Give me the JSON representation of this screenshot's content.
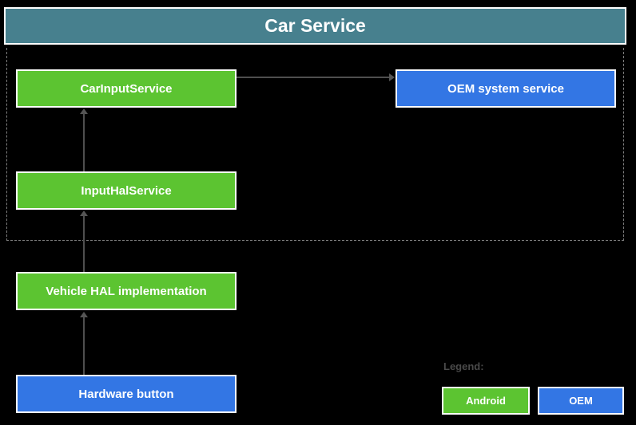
{
  "diagram": {
    "title": "Car Service",
    "nodes": [
      {
        "id": "car-input-service",
        "label": "CarInputService",
        "type": "android"
      },
      {
        "id": "oem-system-service",
        "label": "OEM system service",
        "type": "oem"
      },
      {
        "id": "input-hal-service",
        "label": "InputHalService",
        "type": "android"
      },
      {
        "id": "vehicle-hal-implementation",
        "label": "Vehicle HAL implementation",
        "type": "android"
      },
      {
        "id": "hardware-button",
        "label": "Hardware button",
        "type": "oem"
      }
    ],
    "edges": [
      {
        "from": "car-input-service",
        "to": "oem-system-service",
        "direction": "right"
      },
      {
        "from": "input-hal-service",
        "to": "car-input-service",
        "direction": "up"
      },
      {
        "from": "vehicle-hal-implementation",
        "to": "input-hal-service",
        "direction": "up"
      },
      {
        "from": "hardware-button",
        "to": "vehicle-hal-implementation",
        "direction": "up"
      }
    ],
    "legend": {
      "label": "Legend:",
      "items": [
        {
          "label": "Android",
          "color": "#5CC431"
        },
        {
          "label": "OEM",
          "color": "#3376E4"
        }
      ]
    },
    "colors": {
      "android": "#5CC431",
      "oem": "#3376E4",
      "header": "#47808E",
      "background": "#000000",
      "arrow": "#555555",
      "dashed_border": "#7D7D7D",
      "legend_text": "#4A4A4A"
    }
  }
}
